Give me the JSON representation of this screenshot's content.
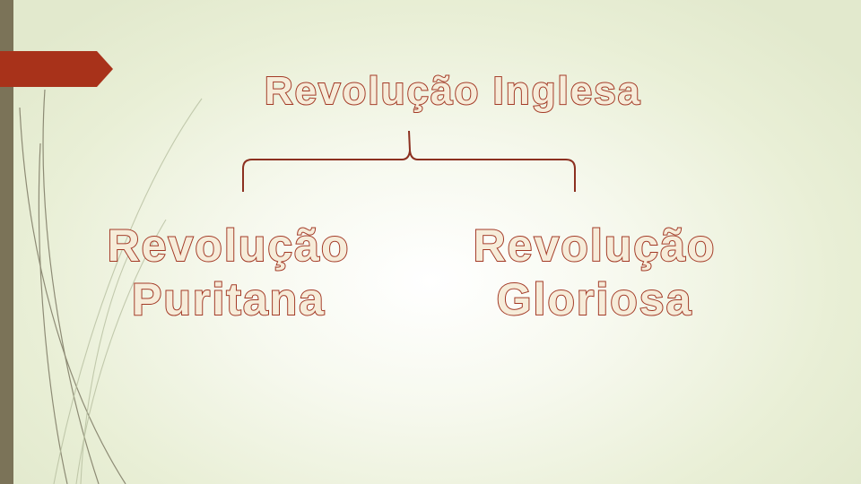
{
  "diagram": {
    "title": "Revolução Inglesa",
    "branches": [
      {
        "line1": "Revolução",
        "line2": "Puritana"
      },
      {
        "line1": "Revolução",
        "line2": "Gloriosa"
      }
    ]
  },
  "colors": {
    "text_outline": "#a33a26",
    "text_fill": "#f6ecd9",
    "brace": "#8c3020",
    "accent_tab": "#a8321a",
    "left_bar": "#7b7358",
    "background": "#e9efd6"
  }
}
